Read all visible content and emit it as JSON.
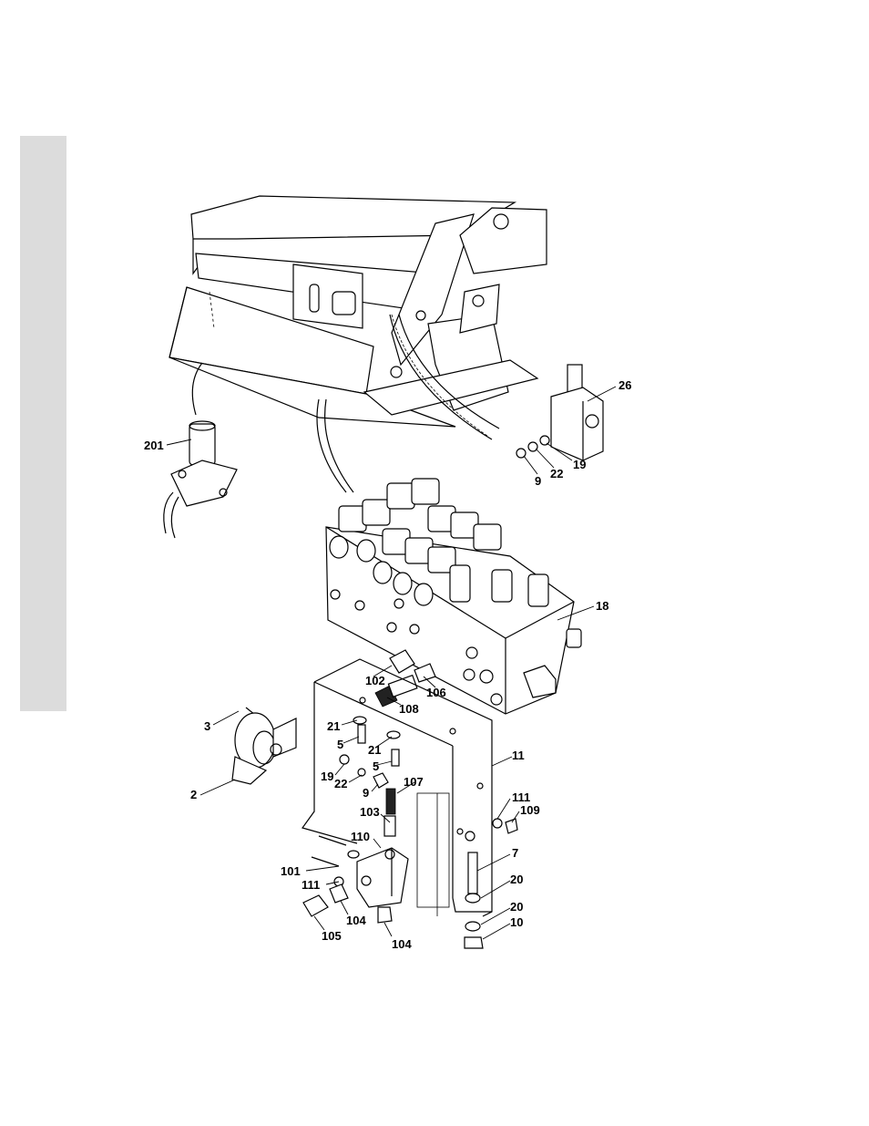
{
  "callouts": {
    "c201": "201",
    "c26": "26",
    "c9a": "9",
    "c22a": "22",
    "c19a": "19",
    "c18": "18",
    "c102": "102",
    "c106": "106",
    "c108": "108",
    "c3": "3",
    "c21a": "21",
    "c5a": "5",
    "c21b": "21",
    "c5b": "5",
    "c19b": "19",
    "c22b": "22",
    "c9b": "9",
    "c107": "107",
    "c11": "11",
    "c2": "2",
    "c103": "103",
    "c111a": "111",
    "c109": "109",
    "c110": "110",
    "c7": "7",
    "c101": "101",
    "c111b": "111",
    "c20a": "20",
    "c20b": "20",
    "c10": "10",
    "c104a": "104",
    "c105": "105",
    "c104b": "104"
  }
}
